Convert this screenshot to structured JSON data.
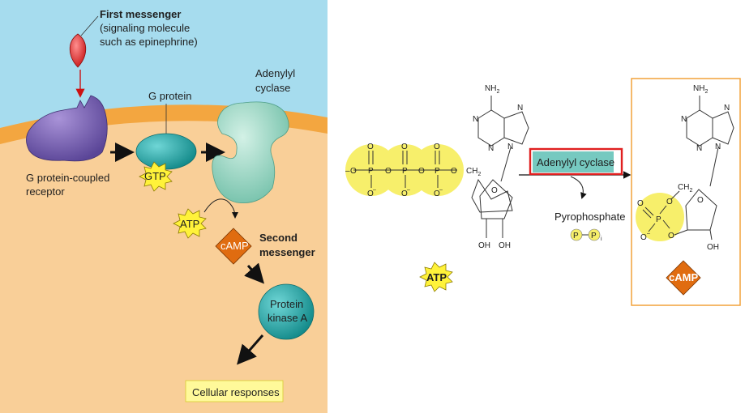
{
  "left_panel": {
    "first_messenger": {
      "title": "First messenger",
      "line1": "(signaling molecule",
      "line2": "such as epinephrine)"
    },
    "g_protein": "G protein",
    "adenylyl_cyclase": {
      "line1": "Adenylyl",
      "line2": "cyclase"
    },
    "receptor": {
      "line1": "G protein-coupled",
      "line2": "receptor"
    },
    "gtp": "GTP",
    "atp": "ATP",
    "camp": "cAMP",
    "second_messenger": {
      "line1": "Second",
      "line2": "messenger"
    },
    "pka": {
      "line1": "Protein",
      "line2": "kinase A"
    },
    "cellular_responses": "Cellular responses"
  },
  "right_panel": {
    "nh2": {
      "main": "NH",
      "sub": "2"
    },
    "n": "N",
    "o": "O",
    "o_minus": "O",
    "minus": "–",
    "p": "P",
    "ch2": {
      "main": "CH",
      "sub": "2"
    },
    "oh": "OH",
    "enzyme": "Adenylyl cyclase",
    "pyrophosphate": "Pyrophosphate",
    "pi_sub": "i",
    "atp": "ATP",
    "camp": "cAMP"
  },
  "colors": {
    "sky": "#a6dcee",
    "membrane": "#f3a640",
    "cytoplasm": "#f9cf98",
    "g_protein": "#1aa7a7",
    "cyclase": "#9fd8c4",
    "receptor": "#7a63b0",
    "camp_diamond": "#e06c10",
    "starburst": "#fff23a",
    "highlight_box": "#e02020",
    "enzyme_bg": "#76c9c0",
    "phosphate_glow": "#f7ef6b",
    "camp_frame": "#f2a23a"
  }
}
